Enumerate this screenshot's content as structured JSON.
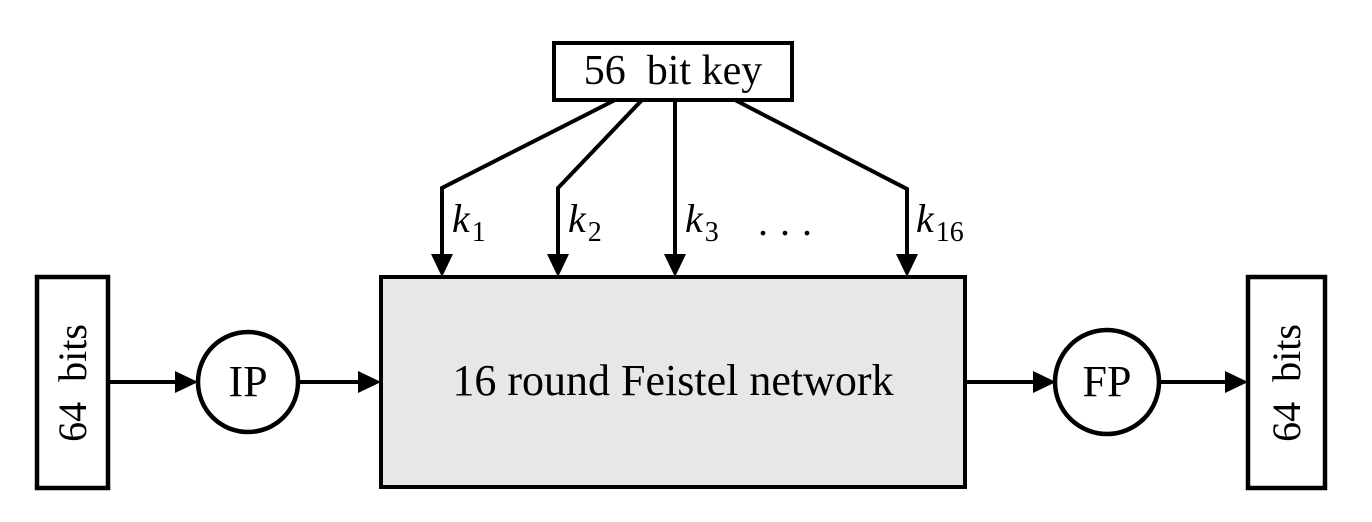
{
  "colors": {
    "stroke": "#000000",
    "feistel_fill": "#e7e7e7",
    "node_fill": "#ffffff",
    "background": "#ffffff"
  },
  "key_box": {
    "label": "56  bit key"
  },
  "feistel_box": {
    "label": "16 round Feistel network"
  },
  "input_box": {
    "label": "64  bits"
  },
  "output_box": {
    "label": "64  bits"
  },
  "ip_node": {
    "label": "IP"
  },
  "fp_node": {
    "label": "FP"
  },
  "round_keys": [
    {
      "main": "k",
      "sub": "1"
    },
    {
      "main": "k",
      "sub": "2"
    },
    {
      "main": "k",
      "sub": "3"
    },
    {
      "main": "k",
      "sub": "16"
    }
  ],
  "ellipsis": "..."
}
